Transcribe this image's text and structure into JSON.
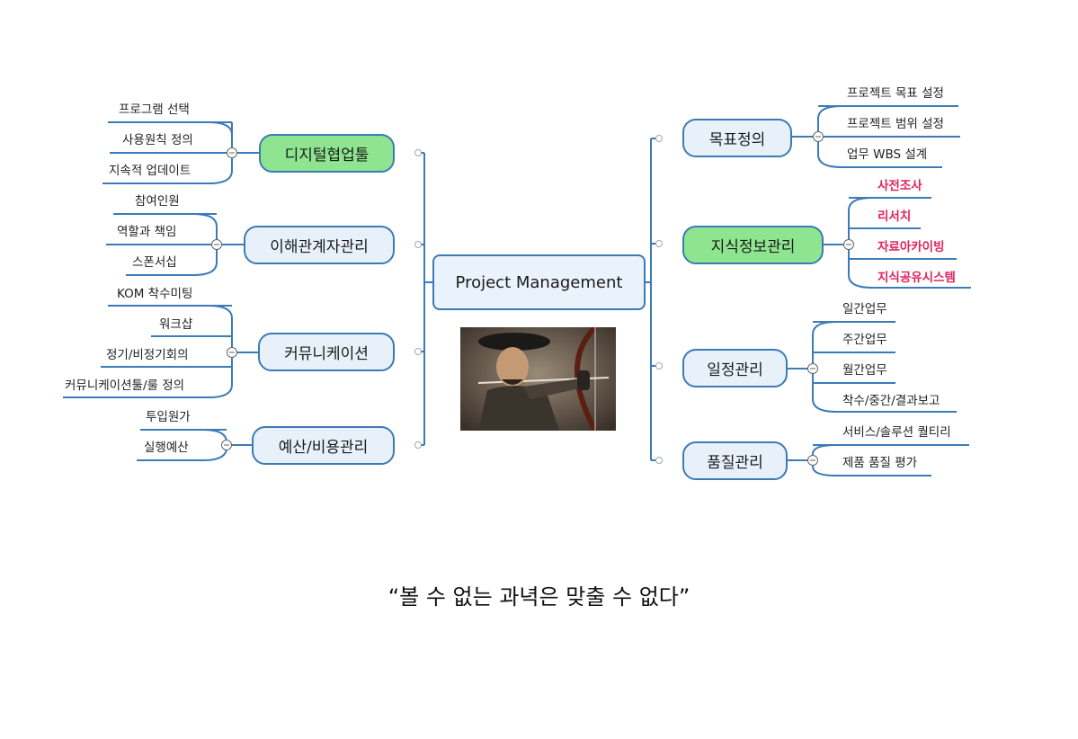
{
  "center": {
    "label": "Project Management"
  },
  "branches": {
    "digital": {
      "label": "디지털협업툴",
      "leaves": [
        "프로그램 선택",
        "사용원칙 정의",
        "지속적 업데이트"
      ]
    },
    "stakeholder": {
      "label": "이해관계자관리",
      "leaves": [
        "참여인원",
        "역할과 책임",
        "스폰서십"
      ]
    },
    "communication": {
      "label": "커뮤니케이션",
      "leaves": [
        "KOM 착수미팅",
        "워크샵",
        "정기/비정기회의",
        "커뮤니케이션툴/룰 정의"
      ]
    },
    "budget": {
      "label": "예산/비용관리",
      "leaves": [
        "투입원가",
        "실행예산"
      ]
    },
    "goal": {
      "label": "목표정의",
      "leaves": [
        "프로젝트 목표 설정",
        "프로젝트 범위 설정",
        "업무  WBS 설계"
      ]
    },
    "knowledge": {
      "label": "지식정보관리",
      "leaves": [
        "사전조사",
        "리서치",
        "자료아카이빙",
        "지식공유시스템"
      ]
    },
    "schedule": {
      "label": "일정관리",
      "leaves": [
        "일간업무",
        "주간업무",
        "월간업무",
        "착수/중간/결과보고"
      ]
    },
    "quality": {
      "label": "품질관리",
      "leaves": [
        "서비스/솔루션 퀄티리",
        "제품 품질 평가"
      ]
    }
  },
  "quote": "“볼 수 없는 과녁은 맞출 수 없다”",
  "colors": {
    "line": "#3c7bb6",
    "node_fill": "#e8f1fa",
    "highlight_fill": "#8fe58f",
    "highlight_text": "#e0245e"
  },
  "icons": {
    "collapse": "minus-circle-icon",
    "photo": "archer-photo"
  }
}
